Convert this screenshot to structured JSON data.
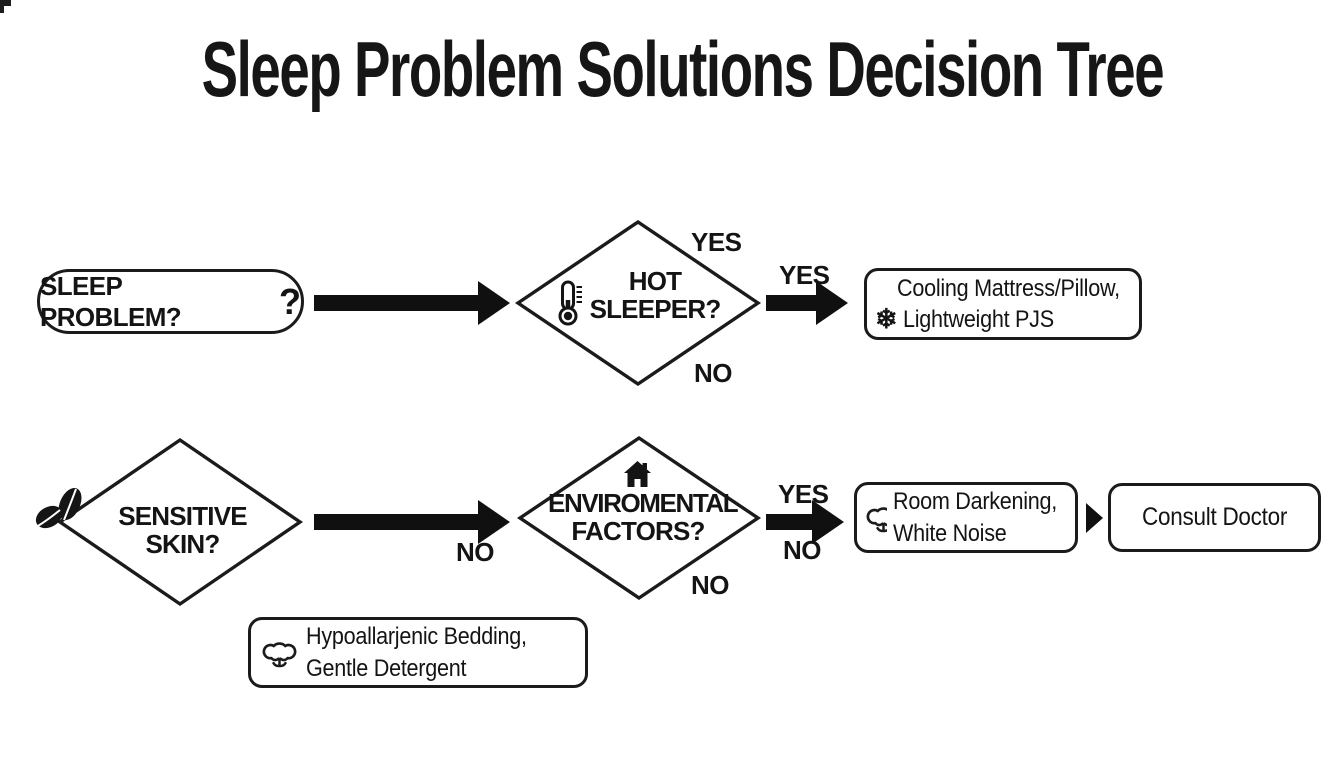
{
  "title": "Sleep Problem Solutions Decision Tree",
  "labels": {
    "yes": "YES",
    "no": "NO"
  },
  "nodes": {
    "start": {
      "text": "SLEEP PROBLEM?",
      "icon_glyph": "?"
    },
    "hot_sleeper": {
      "line1": "HOT",
      "line2": "SLEEPER?",
      "icon": "thermometer-icon"
    },
    "cooling": {
      "line1": "Cooling Mattress/Pillow,",
      "line2": "Lightweight PJS",
      "icon": "snowflake-icon",
      "icon_glyph": "❄"
    },
    "sensitive_skin": {
      "line1": "SENSITIVE",
      "line2": "SKIN?",
      "icon": "leaf-icon"
    },
    "environmental": {
      "line1": "ENVIROMENTAL",
      "line2": "FACTORS?",
      "icon": "house-icon"
    },
    "room": {
      "line1": "Room Darkening,",
      "line2": "White Noise",
      "icon": "cotton-icon"
    },
    "consult": {
      "text": "Consult Doctor"
    },
    "hypoallergenic": {
      "line1": "Hypoallarjenic Bedding,",
      "line2": "Gentle Detergent",
      "icon": "cotton-icon"
    }
  },
  "colors": {
    "ink": "#141414",
    "background": "#ffffff"
  }
}
